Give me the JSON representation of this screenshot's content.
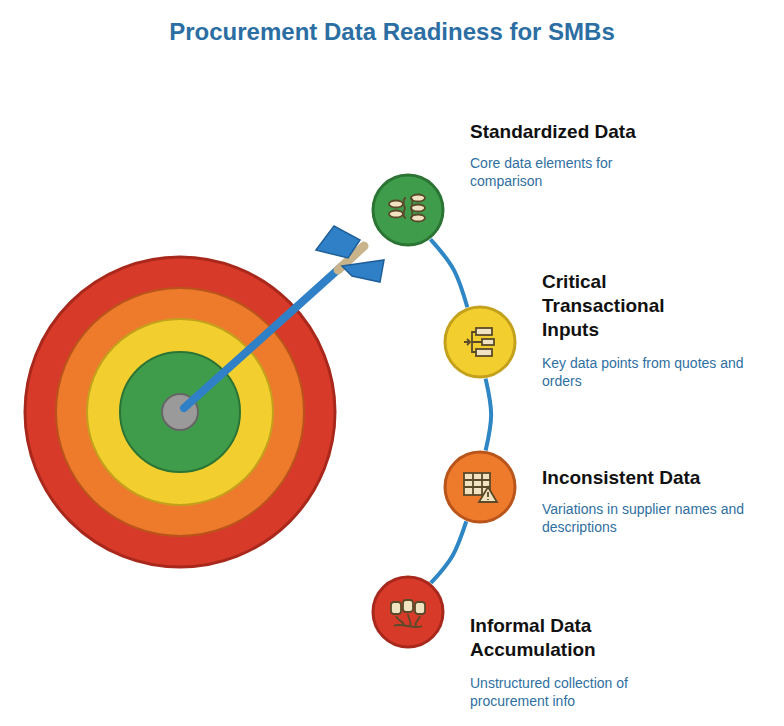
{
  "diagram": {
    "title": "Procurement Data Readiness for SMBs",
    "nodes": [
      {
        "text": [
          "Standardized Data",
          "Core data elements for comparison"
        ]
      },
      {
        "text": [
          "Critical Transactional Inputs",
          "Key data points from quotes and orders"
        ]
      },
      {
        "text": [
          "Inconsistent Data",
          "Variations in supplier names and descriptions"
        ]
      },
      {
        "text": [
          "Informal Data Accumulation",
          "Unstructured collection of procurement info"
        ]
      }
    ],
    "edges": [
      {
        "from": 0,
        "to": 1,
        "arrow": "none"
      },
      {
        "from": 1,
        "to": 2,
        "arrow": "none"
      },
      {
        "from": 2,
        "to": 3,
        "arrow": "none"
      }
    ]
  }
}
